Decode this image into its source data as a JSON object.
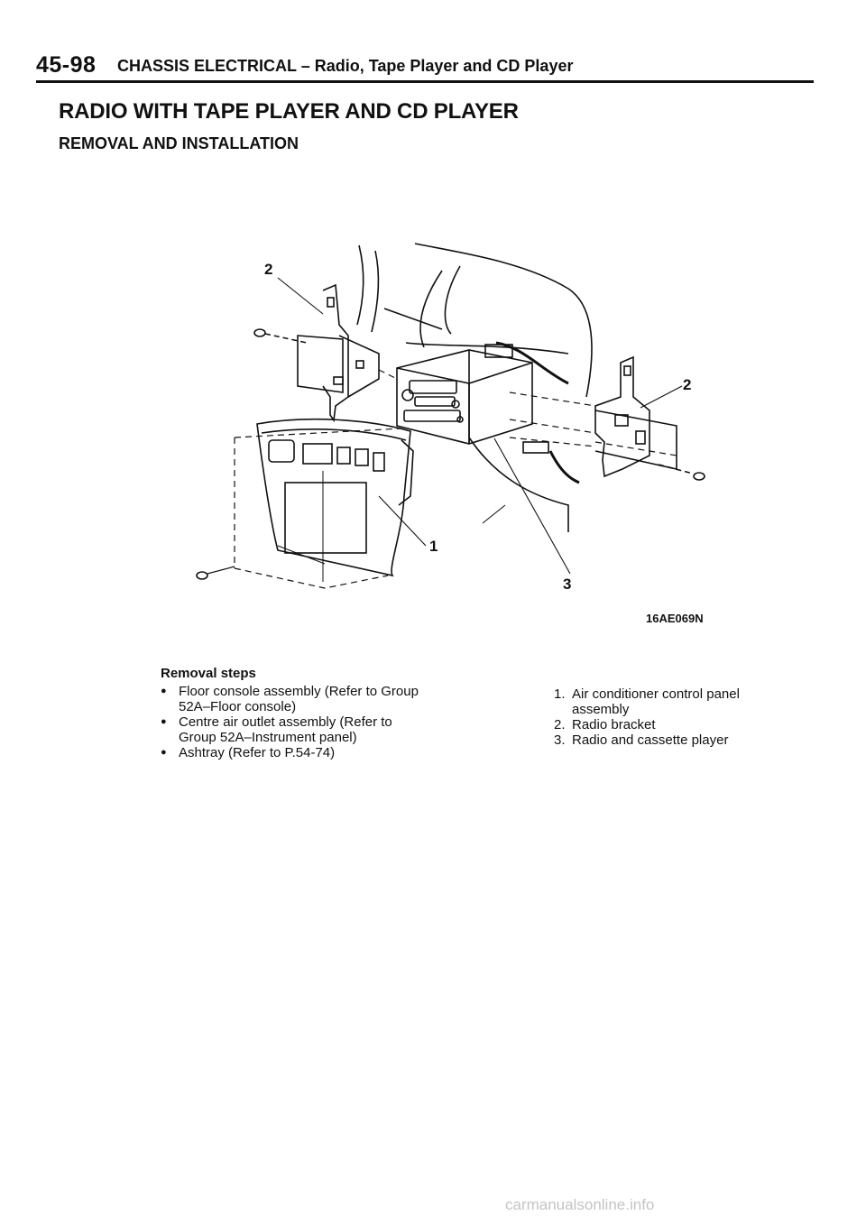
{
  "header": {
    "page_number": "45-98",
    "section": "CHASSIS ELECTRICAL",
    "separator": " – ",
    "subsection": "Radio, Tape Player and CD Player"
  },
  "title": "RADIO WITH TAPE PLAYER AND CD PLAYER",
  "subtitle": "REMOVAL AND INSTALLATION",
  "figure": {
    "code": "16AE069N",
    "callouts": [
      "2",
      "2",
      "1",
      "3"
    ]
  },
  "removal_steps": {
    "title": "Removal steps",
    "items": [
      "Floor console assembly (Refer to Group 52A–Floor console)",
      "Centre air outlet assembly (Refer to Group 52A–Instrument panel)",
      "Ashtray (Refer to P.54-74)"
    ]
  },
  "parts": [
    {
      "number": "1.",
      "label": "Air conditioner control panel assembly"
    },
    {
      "number": "2.",
      "label": "Radio bracket"
    },
    {
      "number": "3.",
      "label": "Radio and cassette player"
    }
  ],
  "watermark": "carmanualsonline.info"
}
